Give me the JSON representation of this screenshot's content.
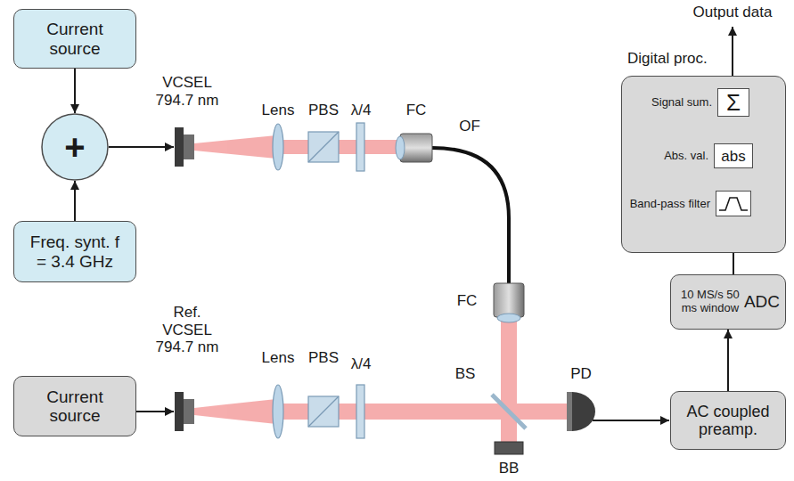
{
  "diagram": {
    "nodes": [
      {
        "text": [
          "Current source"
        ]
      },
      {
        "text": [
          "+"
        ]
      },
      {
        "text": [
          "Freq. synt. f = 3.4 GHz"
        ]
      },
      {
        "text": [
          "Digital proc."
        ]
      },
      {
        "text": [
          "Signal sum.",
          "Σ"
        ],
        "in": 3
      },
      {
        "text": [
          "Abs. val.",
          "abs"
        ],
        "in": 3
      },
      {
        "text": [
          "Band-pass filter"
        ],
        "in": 3
      },
      {
        "text": [
          "10 MS/s 50 ms window",
          "ADC"
        ]
      },
      {
        "text": [
          "Current source"
        ]
      },
      {
        "text": [
          "AC coupled preamp."
        ]
      }
    ],
    "edges": [
      {
        "from": 0,
        "to": 1,
        "arrow": "to"
      },
      {
        "from": 2,
        "to": 1,
        "arrow": "to"
      },
      {
        "from": 7,
        "to": 6,
        "arrow": "to"
      },
      {
        "from": 6,
        "to": 5,
        "arrow": "to"
      },
      {
        "from": 5,
        "to": 4,
        "arrow": "to"
      },
      {
        "from": 9,
        "to": 7,
        "arrow": "to"
      }
    ],
    "labels": [
      "VCSEL 794.7 nm",
      "Lens",
      "PBS",
      "λ/4",
      "FC",
      "OF",
      "FC",
      "Ref. VCSEL 794.7 nm",
      "Lens",
      "PBS",
      "λ/4",
      "BS",
      "PD",
      "BB",
      "Output data"
    ]
  }
}
